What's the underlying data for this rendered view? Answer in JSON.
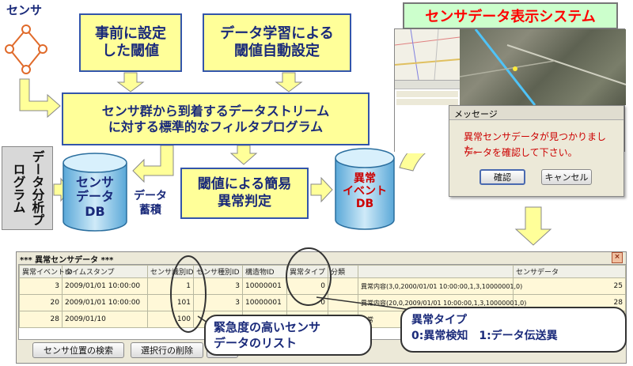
{
  "sensor_label": "センサ",
  "box_preset": "事前に設定した閾値",
  "box_auto": "データ学習による閾値自動設定",
  "box_filter_line1": "センサ群から到着するデータストリーム",
  "box_filter_line2": "に対する標準的なフィルタプログラム",
  "analysis_label": "データ分析プログラム",
  "sensor_db": {
    "l1": "センサ",
    "l2": "データ",
    "l3": "DB"
  },
  "accumulate_label": "データ蓄積",
  "box_judge": "閾値による簡易異常判定",
  "event_db": {
    "l1": "異常",
    "l2": "イベント",
    "l3": "DB"
  },
  "system_title": "センサデータ表示システム",
  "dialog": {
    "title": "メッセージ",
    "line1": "異常センサデータが見つかりました。",
    "line2": "データを確認して下さい。",
    "ok": "確認",
    "cancel": "キャンセル"
  },
  "list_window": {
    "title": "*** 異常センサデータ ***",
    "close": "×",
    "columns": [
      "異常イベントID",
      "タイムスタンプ",
      "センサ識別ID",
      "センサ種別ID",
      "構造物ID",
      "異常タイプ",
      "分類",
      "",
      "センサデータ"
    ],
    "rows": [
      [
        "3",
        "2009/01/01 10:00:00",
        "1",
        "3",
        "10000001",
        "0",
        "",
        "異常内容(3,0,2000/01/01 10:00:00,1,3,10000001,0)",
        "25"
      ],
      [
        "20",
        "2009/01/01 10:00:00",
        "101",
        "3",
        "10000001",
        "0",
        "",
        "異常内容(20,0,2009/01/01 10:00:00,1,3,10000001,0)",
        "28"
      ],
      [
        "28",
        "2009/01/10",
        "100",
        "",
        "",
        "",
        "",
        "異常",
        ""
      ]
    ],
    "btn_locate": "センサ位置の検索",
    "btn_delete": "選択行の削除"
  },
  "bubble_urgent": {
    "l1": "緊急度の高いセンサ",
    "l2": "データのリスト"
  },
  "bubble_type": {
    "l1": "異常タイプ",
    "l2": "0:異常検知　1:データ伝送異"
  },
  "colors": {
    "box_fill": "#ffff99",
    "box_border": "#3355aa",
    "text_blue": "#1a2a7a",
    "alert_red": "#cc0000",
    "system_title_red": "#ff0000"
  }
}
